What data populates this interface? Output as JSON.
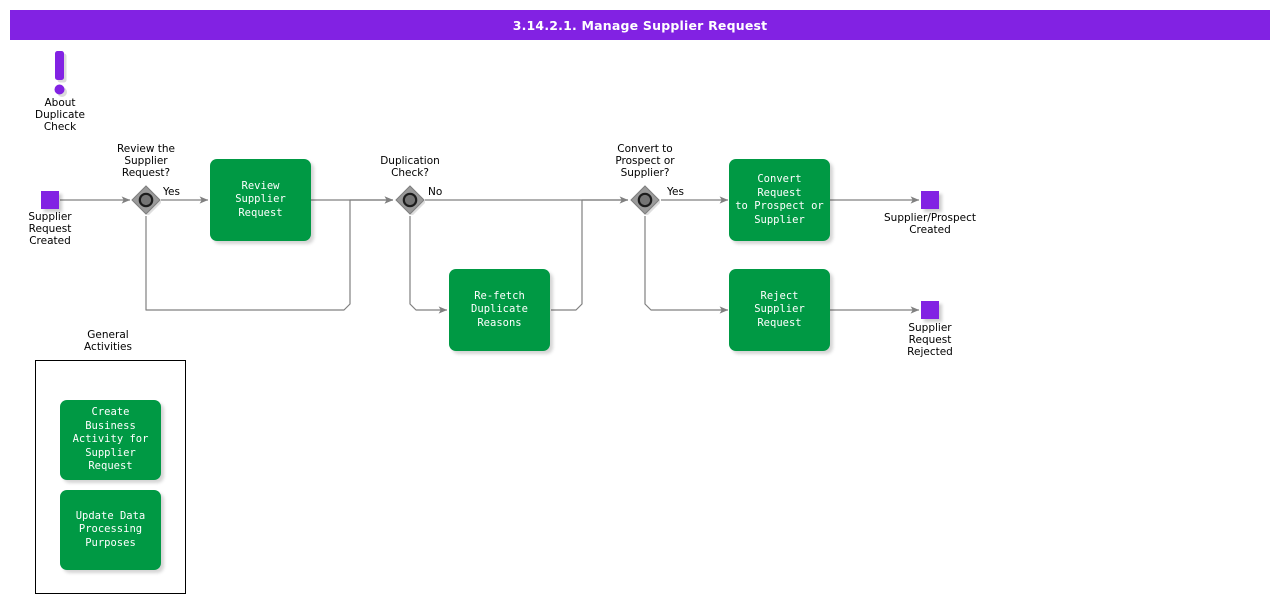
{
  "header": {
    "title": "3.14.2.1. Manage Supplier Request",
    "bar_color": "#8222E3",
    "text_color": "#FFFFFF"
  },
  "palette": {
    "task_green": "#009944",
    "event_purple": "#8222E3",
    "gateway_gray": "#9A9A9A",
    "connector_gray": "#808080",
    "group_border": "#000000"
  },
  "annotation": {
    "icon": "exclamation-icon",
    "label": "About\nDuplicate\nCheck"
  },
  "events": [
    {
      "id": "start",
      "name": "supplier-request-created",
      "label": "Supplier\nRequest\nCreated",
      "type": "start"
    },
    {
      "id": "end_created",
      "name": "supplier-prospect-created",
      "label": "Supplier/Prospect\nCreated",
      "type": "end"
    },
    {
      "id": "end_rejected",
      "name": "supplier-request-rejected",
      "label": "Supplier\nRequest\nRejected",
      "type": "end"
    }
  ],
  "gateways": [
    {
      "id": "gw1",
      "name": "review-the-supplier-request",
      "label": "Review the\nSupplier\nRequest?",
      "outgoing_label": "Yes"
    },
    {
      "id": "gw2",
      "name": "duplication-check",
      "label": "Duplication\nCheck?",
      "outgoing_label": "No"
    },
    {
      "id": "gw3",
      "name": "convert-to-prospect-or-supplier",
      "label": "Convert to\nProspect or\nSupplier?",
      "outgoing_label": "Yes"
    }
  ],
  "tasks": [
    {
      "id": "t_review",
      "name": "review-supplier-request",
      "label": "Review Supplier\nRequest"
    },
    {
      "id": "t_refetch",
      "name": "re-fetch-duplicate-reasons",
      "label": "Re-fetch\nDuplicate\nReasons"
    },
    {
      "id": "t_convert",
      "name": "convert-request-to-prospect-or-supplier",
      "label": "Convert Request\nto Prospect or\nSupplier"
    },
    {
      "id": "t_reject",
      "name": "reject-supplier-request",
      "label": "Reject Supplier\nRequest"
    }
  ],
  "group": {
    "title": "General\nActivities",
    "tasks": [
      {
        "id": "g_create",
        "name": "create-business-activity-for-supplier-request",
        "label": "Create Business\nActivity for\nSupplier\nRequest"
      },
      {
        "id": "g_update",
        "name": "update-data-processing-purposes",
        "label": "Update Data\nProcessing\nPurposes"
      }
    ]
  }
}
